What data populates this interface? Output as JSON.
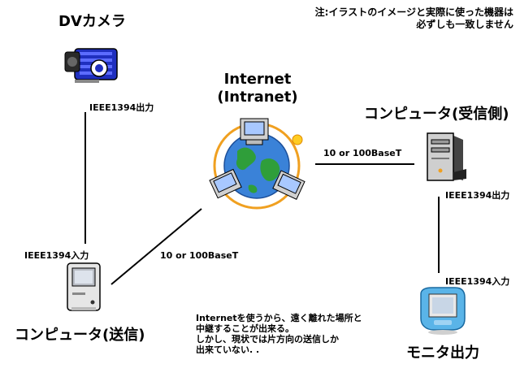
{
  "note": {
    "line1": "注:イラストのイメージと実際に使った機器は",
    "line2": "必ずしも一致しません"
  },
  "camera": {
    "title": "DVカメラ",
    "port_label": "IEEE1394出力",
    "icon": "dv-camera-icon"
  },
  "internet": {
    "title_line1": "Internet",
    "title_line2": "(Intranet)",
    "icon": "globe-network-icon"
  },
  "sender": {
    "title": "コンピュータ(送信)",
    "port_label": "IEEE1394入力",
    "icon": "mac-computer-icon"
  },
  "receiver": {
    "title": "コンピュータ(受信側)",
    "port_label": "IEEE1394出力",
    "icon": "tower-computer-icon"
  },
  "monitor": {
    "title": "モニタ出力",
    "port_label": "IEEE1394入力",
    "icon": "imac-monitor-icon"
  },
  "links": {
    "sender_internet": "10 or 100BaseT",
    "internet_receiver": "10 or 100BaseT"
  },
  "description": {
    "line1": "Internetを使うから、遠く離れた場所と",
    "line2": "中継することが出来る。",
    "line3": "しかし、現状では片方向の送信しか",
    "line4": "出来ていない. ."
  }
}
